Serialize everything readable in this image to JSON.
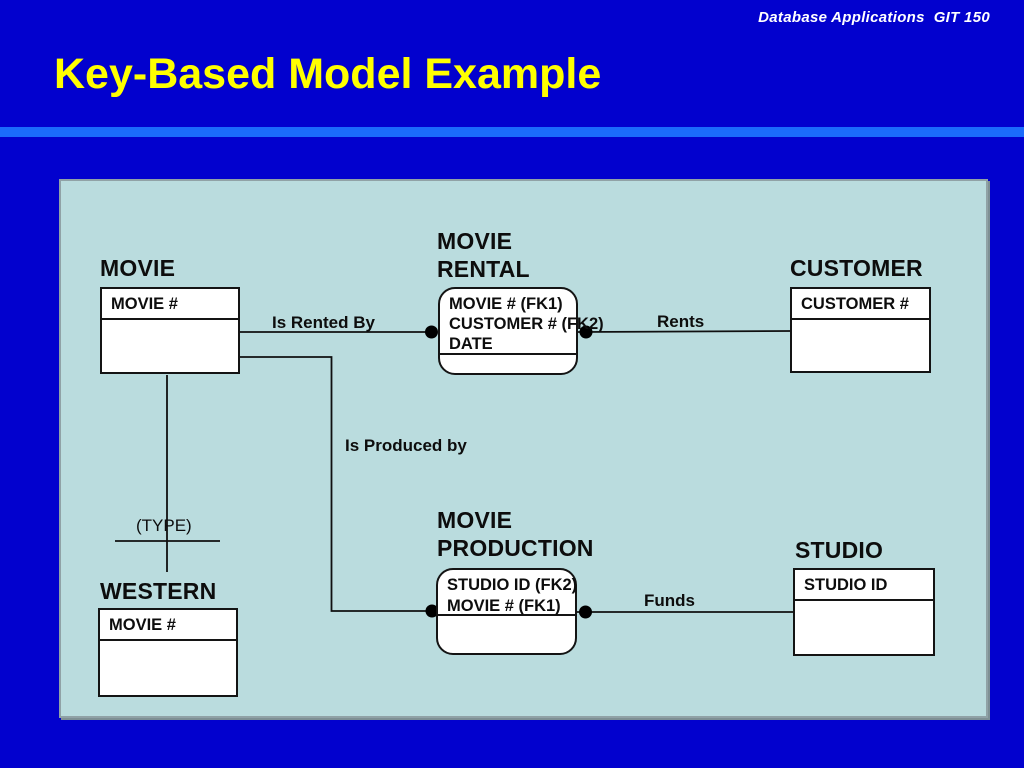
{
  "slide": {
    "header": "Database Applications  GIT 150",
    "title": "Key-Based Model Example"
  },
  "colors": {
    "background": "#0201CE",
    "divider_bar": "#1B6BFC",
    "panel_background": "#BADCDE",
    "panel_border": "#90A2A6",
    "title_text": "#FFFF00",
    "header_text": "#FFFFFF",
    "diagram_ink": "#0D0D0D",
    "entity_fill": "#FFFFFF"
  },
  "diagram": {
    "entities": [
      {
        "name": "MOVIE",
        "shape": "rect",
        "key_attributes": [
          "MOVIE #"
        ]
      },
      {
        "name": "MOVIE RENTAL",
        "shape": "rounded",
        "key_attributes": [
          "MOVIE # (FK1)",
          "CUSTOMER # (FK2)",
          "DATE"
        ]
      },
      {
        "name": "CUSTOMER",
        "shape": "rect",
        "key_attributes": [
          "CUSTOMER #"
        ]
      },
      {
        "name": "MOVIE PRODUCTION",
        "shape": "rounded",
        "key_attributes": [
          "STUDIO ID (FK2)",
          "MOVIE # (FK1)"
        ]
      },
      {
        "name": "STUDIO",
        "shape": "rect",
        "key_attributes": [
          "STUDIO ID"
        ]
      },
      {
        "name": "WESTERN",
        "shape": "rect",
        "key_attributes": [
          "MOVIE #"
        ]
      }
    ],
    "relationships": [
      {
        "label": "Is Rented By",
        "from": "MOVIE",
        "to": "MOVIE RENTAL",
        "dot_end": "MOVIE RENTAL"
      },
      {
        "label": "Rents",
        "from": "MOVIE RENTAL",
        "to": "CUSTOMER",
        "dot_end": "MOVIE RENTAL"
      },
      {
        "label": "Is Produced by",
        "from": "MOVIE",
        "to": "MOVIE PRODUCTION",
        "dot_end": "MOVIE PRODUCTION"
      },
      {
        "label": "Funds",
        "from": "MOVIE PRODUCTION",
        "to": "STUDIO",
        "dot_end": "MOVIE PRODUCTION"
      }
    ],
    "subtype": {
      "label": "(TYPE)",
      "supertype": "MOVIE",
      "subtype": "WESTERN"
    }
  }
}
